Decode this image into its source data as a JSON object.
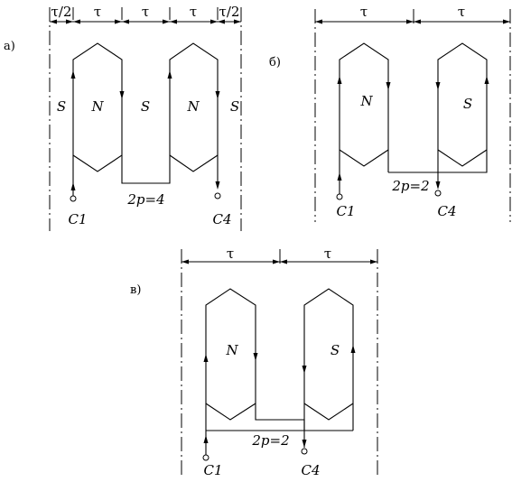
{
  "panels": {
    "a": {
      "label": "а)",
      "dims": [
        "τ/2",
        "τ",
        "τ",
        "τ",
        "τ/2"
      ],
      "poles": [
        "S",
        "N",
        "S",
        "N",
        "S"
      ],
      "formula": "2p=4",
      "start": "C1",
      "end": "C4"
    },
    "b": {
      "label": "б)",
      "dims": [
        "τ",
        "τ"
      ],
      "poles": [
        "N",
        "S"
      ],
      "formula": "2p=2",
      "start": "C1",
      "end": "C4"
    },
    "c": {
      "label": "в)",
      "dims": [
        "τ",
        "τ"
      ],
      "poles": [
        "N",
        "S"
      ],
      "formula": "2p=2",
      "start": "C1",
      "end": "C4"
    }
  }
}
